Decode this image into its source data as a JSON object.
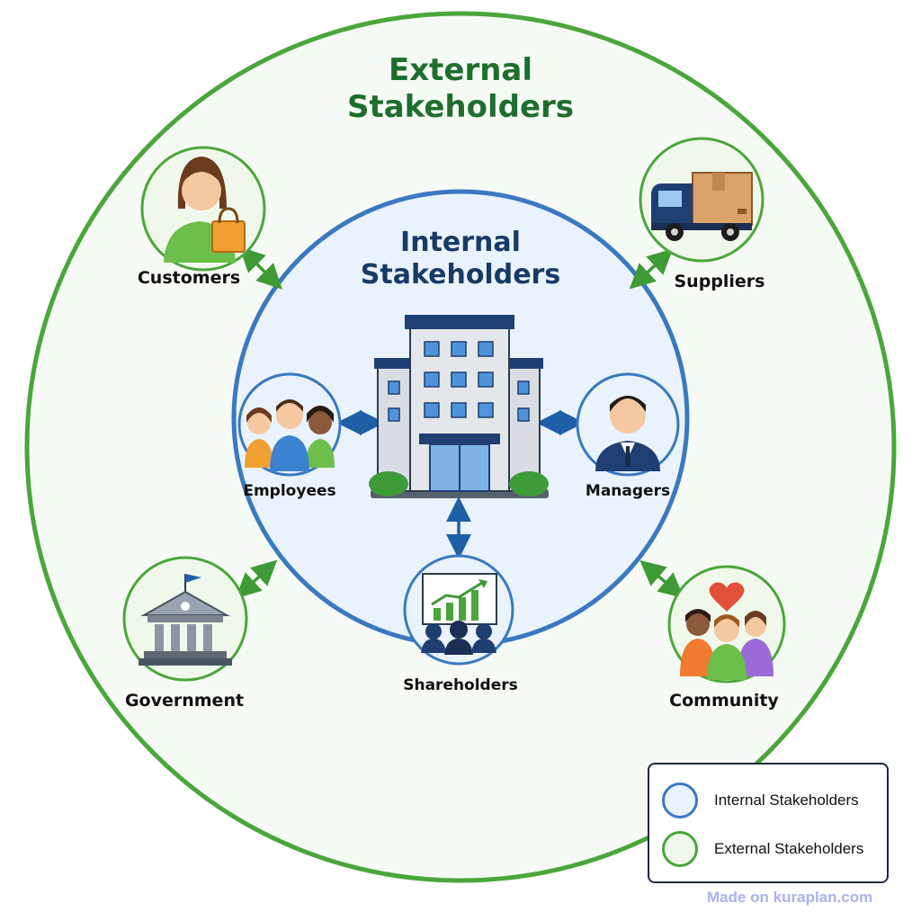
{
  "diagram": {
    "outer_title_line1": "External",
    "outer_title_line2": "Stakeholders",
    "inner_title_line1": "Internal",
    "inner_title_line2": "Stakeholders",
    "internal_nodes": [
      {
        "label": "Employees",
        "icon": "people-group-icon"
      },
      {
        "label": "Managers",
        "icon": "manager-icon"
      },
      {
        "label": "Shareholders",
        "icon": "growth-chart-audience-icon"
      }
    ],
    "external_nodes": [
      {
        "label": "Customers",
        "icon": "shopper-icon"
      },
      {
        "label": "Suppliers",
        "icon": "delivery-truck-icon"
      },
      {
        "label": "Government",
        "icon": "government-building-icon"
      },
      {
        "label": "Community",
        "icon": "community-heart-icon"
      }
    ],
    "center_icon": "office-building-icon"
  },
  "legend": {
    "internal_label": "Internal Stakeholders",
    "external_label": "External Stakeholders"
  },
  "colors": {
    "external": "#4aa63b",
    "external_fill": "#f6faf5",
    "internal": "#3a78c2",
    "internal_fill": "#eaf3fd",
    "arrow_internal": "#1f5fa8",
    "arrow_external": "#3e9a35"
  },
  "watermark": "Made on kuraplan.com"
}
